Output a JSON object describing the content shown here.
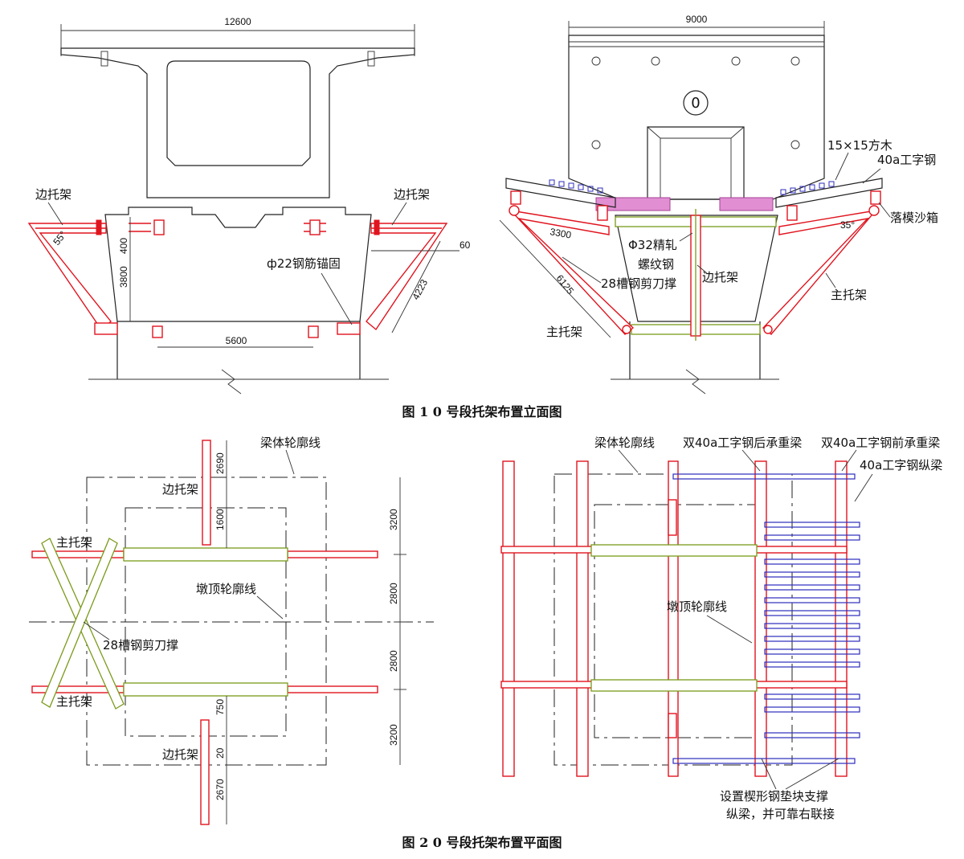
{
  "figure1": {
    "caption": "图 1   0 号段托架布置立面图",
    "left": {
      "width_dim": "12600",
      "edge_bracket_left": "边托架",
      "edge_bracket_right": "边托架",
      "angle": "55°",
      "dim_400": "400",
      "dim_3800": "3800",
      "dim_4223": "4223",
      "dim_60": "60",
      "dim_5600": "5600",
      "anchor_label": "ф22钢筋锚固"
    },
    "right": {
      "width_dim": "9000",
      "block_id": "0",
      "timber": "15×15方木",
      "i_beam": "40a工字钢",
      "sand_box": "落模沙箱",
      "dim_3300": "3300",
      "dim_6125": "6125",
      "angle": "35°",
      "rebar_label_1": "Φ32精轧",
      "rebar_label_2": "螺纹钢",
      "scissor_brace": "28槽钢剪刀撑",
      "edge_bracket": "边托架",
      "main_bracket_left": "主托架",
      "main_bracket_right": "主托架"
    }
  },
  "figure2": {
    "caption": "图 2   0 号段托架布置平面图",
    "left": {
      "beam_outline": "梁体轮廓线",
      "edge_bracket_top": "边托架",
      "edge_bracket_bottom": "边托架",
      "main_bracket_top": "主托架",
      "main_bracket_bottom": "主托架",
      "pier_outline": "墩顶轮廓线",
      "scissor_brace": "28槽钢剪刀撑",
      "dim_2690": "2690",
      "dim_1600": "1600",
      "dim_3200a": "3200",
      "dim_2800a": "2800",
      "dim_2800b": "2800",
      "dim_3200b": "3200",
      "dim_750": "750",
      "dim_20": "20",
      "dim_2670": "2670"
    },
    "right": {
      "beam_outline": "梁体轮廓线",
      "rear_beam": "双40a工字钢后承重梁",
      "front_beam": "双40a工字钢前承重梁",
      "long_beam": "40a工字钢纵梁",
      "pier_outline": "墩顶轮廓线",
      "note_line1": "设置楔形钢垫块支撑",
      "note_line2": "纵梁，并可靠右联接"
    }
  }
}
